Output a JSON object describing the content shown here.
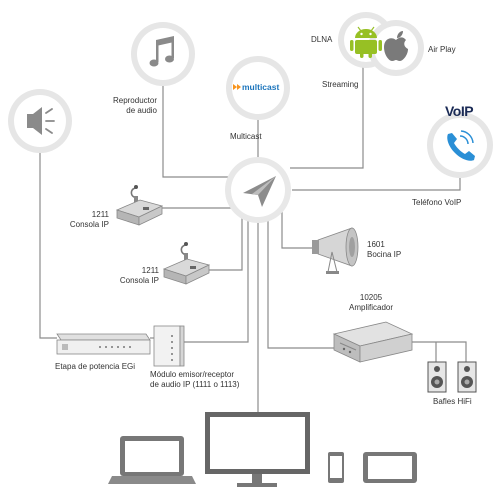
{
  "labels": {
    "reproductor_line1": "Reproductor",
    "reproductor_line2": "de audio",
    "multicast_logo": "multicast",
    "multicast_label": "Multicast",
    "dlna": "DLNA",
    "airplay": "Air Play",
    "streaming": "Streaming",
    "voip_logo": "VoIP",
    "telefono_voip": "Teléfono VoIP",
    "console1_line1": "1211",
    "console1_line2": "Consola IP",
    "console2_line1": "1211",
    "console2_line2": "Consola IP",
    "bocina_line1": "1601",
    "bocina_line2": "Bocina IP",
    "amp_line1": "10205",
    "amp_line2": "Amplificador",
    "etapa": "Etapa de potencia EGi",
    "modulo_line1": "Módulo emisor/receptor",
    "modulo_line2": "de audio IP (1111 o 1113)",
    "bafles": "Bafles HiFi"
  },
  "colors": {
    "line": "#8c8c8c",
    "circle_ring": "#e6e6e6",
    "icon_grey": "#8a8a8a",
    "android_green": "#97c024",
    "voip_blue": "#2a8fd6",
    "multicast_orange": "#f7941d",
    "multicast_blue": "#1c75bc"
  }
}
